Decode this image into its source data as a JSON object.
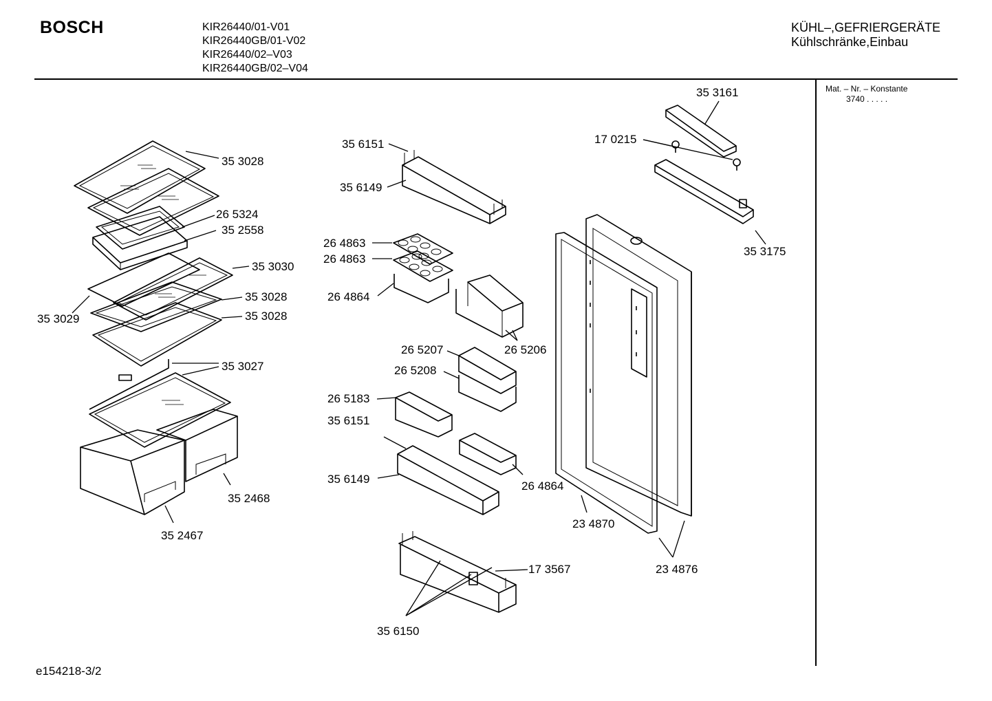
{
  "header": {
    "brand": "BOSCH",
    "models": [
      "KIR26440/01-V01",
      "KIR26440GB/01-V02",
      "KIR26440/02–V03",
      "KIR26440GB/02–V04"
    ],
    "category_line1": "KÜHL–,GEFRIERGERÄTE",
    "category_line2": "Kühlschränke,Einbau"
  },
  "sidebar": {
    "mat_label": "Mat. – Nr. – Konstante",
    "mat_value": "3740   .   .   .   .   ."
  },
  "footer": {
    "doc_id": "e154218-3/2"
  },
  "parts": [
    "35 3028",
    "26 5324",
    "35 2558",
    "35 3030",
    "35 3028",
    "35 3029",
    "35 3028",
    "35 3027",
    "35 2468",
    "35 2467",
    "35 6151",
    "35 6149",
    "26 4863",
    "26 4863",
    "26 4864",
    "26 5206",
    "26 5207",
    "26 5208",
    "26 5183",
    "35 6151",
    "35 6149",
    "26 4864",
    "17 3567",
    "35 6150",
    "35 3161",
    "17 0215",
    "35 3175",
    "23 4870",
    "23 4876"
  ]
}
